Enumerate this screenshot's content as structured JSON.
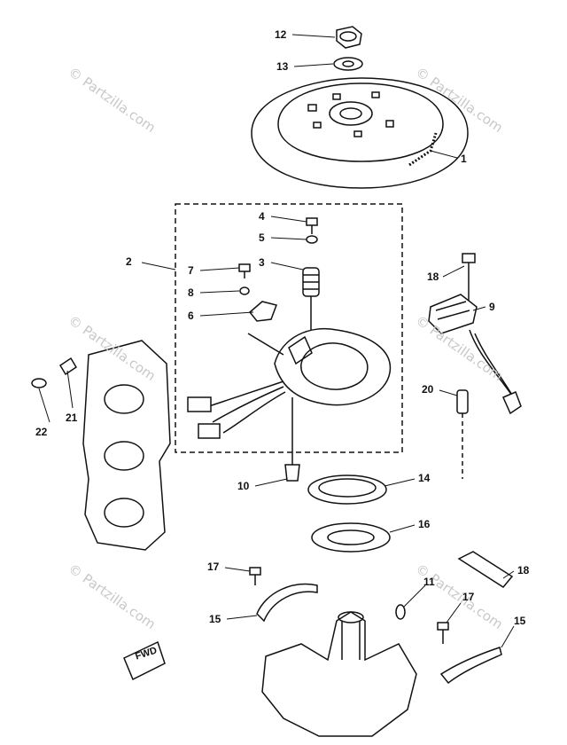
{
  "watermark": "© Partzilla.com",
  "fwd_label": "FWD",
  "callouts": [
    {
      "id": "12",
      "label": "12"
    },
    {
      "id": "13",
      "label": "13"
    },
    {
      "id": "1",
      "label": "1"
    },
    {
      "id": "4",
      "label": "4"
    },
    {
      "id": "5",
      "label": "5"
    },
    {
      "id": "2",
      "label": "2"
    },
    {
      "id": "3",
      "label": "3"
    },
    {
      "id": "7",
      "label": "7"
    },
    {
      "id": "8",
      "label": "8"
    },
    {
      "id": "6",
      "label": "6"
    },
    {
      "id": "18a",
      "label": "18"
    },
    {
      "id": "9",
      "label": "9"
    },
    {
      "id": "21",
      "label": "21"
    },
    {
      "id": "22",
      "label": "22"
    },
    {
      "id": "20",
      "label": "20"
    },
    {
      "id": "10",
      "label": "10"
    },
    {
      "id": "14",
      "label": "14"
    },
    {
      "id": "16",
      "label": "16"
    },
    {
      "id": "17a",
      "label": "17"
    },
    {
      "id": "11",
      "label": "11"
    },
    {
      "id": "18b",
      "label": "18"
    },
    {
      "id": "15a",
      "label": "15"
    },
    {
      "id": "17b",
      "label": "17"
    },
    {
      "id": "15b",
      "label": "15"
    }
  ]
}
